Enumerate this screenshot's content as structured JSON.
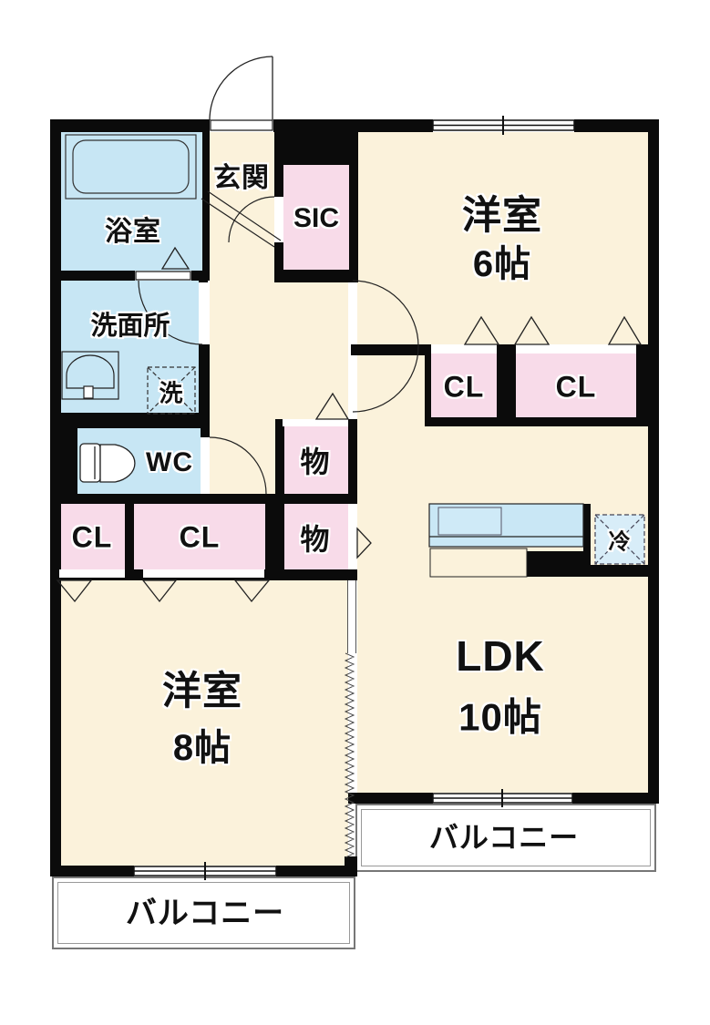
{
  "plan": {
    "type": "floorplan",
    "rooms": {
      "bathroom": {
        "label": "浴室"
      },
      "washroom": {
        "label": "洗面所"
      },
      "washer": {
        "label": "洗"
      },
      "wc": {
        "label": "WC"
      },
      "entrance": {
        "label": "玄関"
      },
      "sic": {
        "label": "SIC"
      },
      "bedroom6": {
        "name": "洋室",
        "size": "6帖"
      },
      "cl_bedroom6_left": {
        "label": "CL"
      },
      "cl_bedroom6_right": {
        "label": "CL"
      },
      "storage_upper": {
        "label": "物"
      },
      "storage_lower": {
        "label": "物"
      },
      "cl_bedroom8_left": {
        "label": "CL"
      },
      "cl_bedroom8_center": {
        "label": "CL"
      },
      "fridge": {
        "label": "冷"
      },
      "ldk": {
        "name": "LDK",
        "size": "10帖"
      },
      "bedroom8": {
        "name": "洋室",
        "size": "8帖"
      },
      "balcony_left": {
        "label": "バルコニー"
      },
      "balcony_right": {
        "label": "バルコニー"
      }
    },
    "colors": {
      "wall": "#0b0b0b",
      "room_floor": "#FBF2DB",
      "wet_floor": "#C7E6F4",
      "closet_floor": "#F8DBE9",
      "counter": "#C9E7F5",
      "fridge_bg": "#D8EDF8",
      "balcony_border": "#777777",
      "line": "#222222"
    }
  }
}
